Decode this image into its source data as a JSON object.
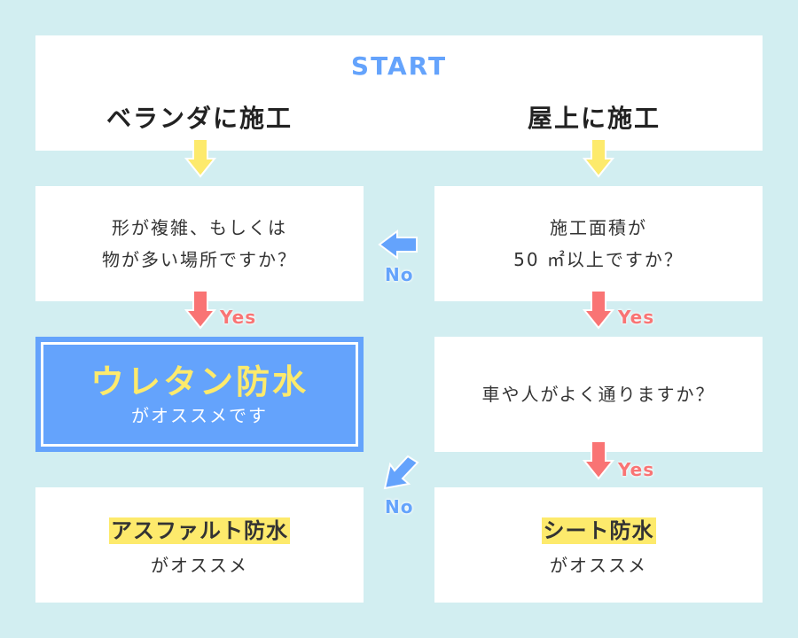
{
  "start": "START",
  "branches": {
    "left": "ベランダに施工",
    "right": "屋上に施工"
  },
  "questions": {
    "complex_shape": [
      "形が複雑、もしくは",
      "物が多い場所ですか？"
    ],
    "area": [
      "施工面積が",
      "50 ㎡以上ですか？"
    ],
    "traffic": "車や人がよく通りますか？"
  },
  "results": {
    "urethane": {
      "title": "ウレタン防水",
      "sub": "がオススメです"
    },
    "asphalt": {
      "title": "アスファルト防水",
      "sub": "がオススメ"
    },
    "sheet": {
      "title": "シート防水",
      "sub": "がオススメ"
    }
  },
  "labels": {
    "yes": "Yes",
    "no": "No"
  },
  "colors": {
    "background": "#d2eef1",
    "blue": "#64a3fc",
    "yellow": "#fdea6c",
    "red": "#f97474"
  }
}
